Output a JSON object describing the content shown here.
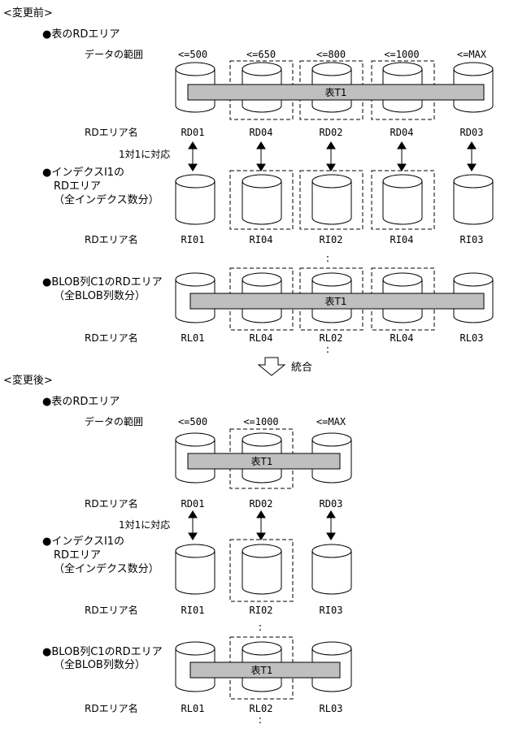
{
  "before": {
    "heading": "<変更前>",
    "table_heading": "●表のRDエリア",
    "data_range_label": "データの範囲",
    "ranges": [
      "<=500",
      "<=650",
      "<=800",
      "<=1000",
      "<=MAX"
    ],
    "table_name": "表T1",
    "rd_area_label": "RDエリア名",
    "rd_areas": [
      "RD01",
      "RD04",
      "RD02",
      "RD04",
      "RD03"
    ],
    "correspondence": "1対1に対応",
    "index_heading": [
      "●インデクスI1の",
      "RDエリア",
      "（全インデクス数分）"
    ],
    "index_rd_area_label": "RDエリア名",
    "index_areas": [
      "RI01",
      "RI04",
      "RI02",
      "RI04",
      "RI03"
    ],
    "ellipsis": ":",
    "blob_heading": [
      "●BLOB列C1のRDエリア",
      "（全BLOB列数分）"
    ],
    "blob_table_name": "表T1",
    "blob_rd_area_label": "RDエリア名",
    "blob_areas": [
      "RL01",
      "RL04",
      "RL02",
      "RL04",
      "RL03"
    ]
  },
  "merge_label": "統合",
  "after": {
    "heading": "<変更後>",
    "table_heading": "●表のRDエリア",
    "data_range_label": "データの範囲",
    "ranges": [
      "<=500",
      "<=1000",
      "<=MAX"
    ],
    "table_name": "表T1",
    "rd_area_label": "RDエリア名",
    "rd_areas": [
      "RD01",
      "RD02",
      "RD03"
    ],
    "correspondence": "1対1に対応",
    "index_heading": [
      "●インデクスI1の",
      "RDエリア",
      "（全インデクス数分）"
    ],
    "index_rd_area_label": "RDエリア名",
    "index_areas": [
      "RI01",
      "RI02",
      "RI03"
    ],
    "ellipsis": ":",
    "blob_heading": [
      "●BLOB列C1のRDエリア",
      "（全BLOB列数分）"
    ],
    "blob_table_name": "表T1",
    "blob_rd_area_label": "RDエリア名",
    "blob_areas": [
      "RL01",
      "RL02",
      "RL03"
    ]
  }
}
